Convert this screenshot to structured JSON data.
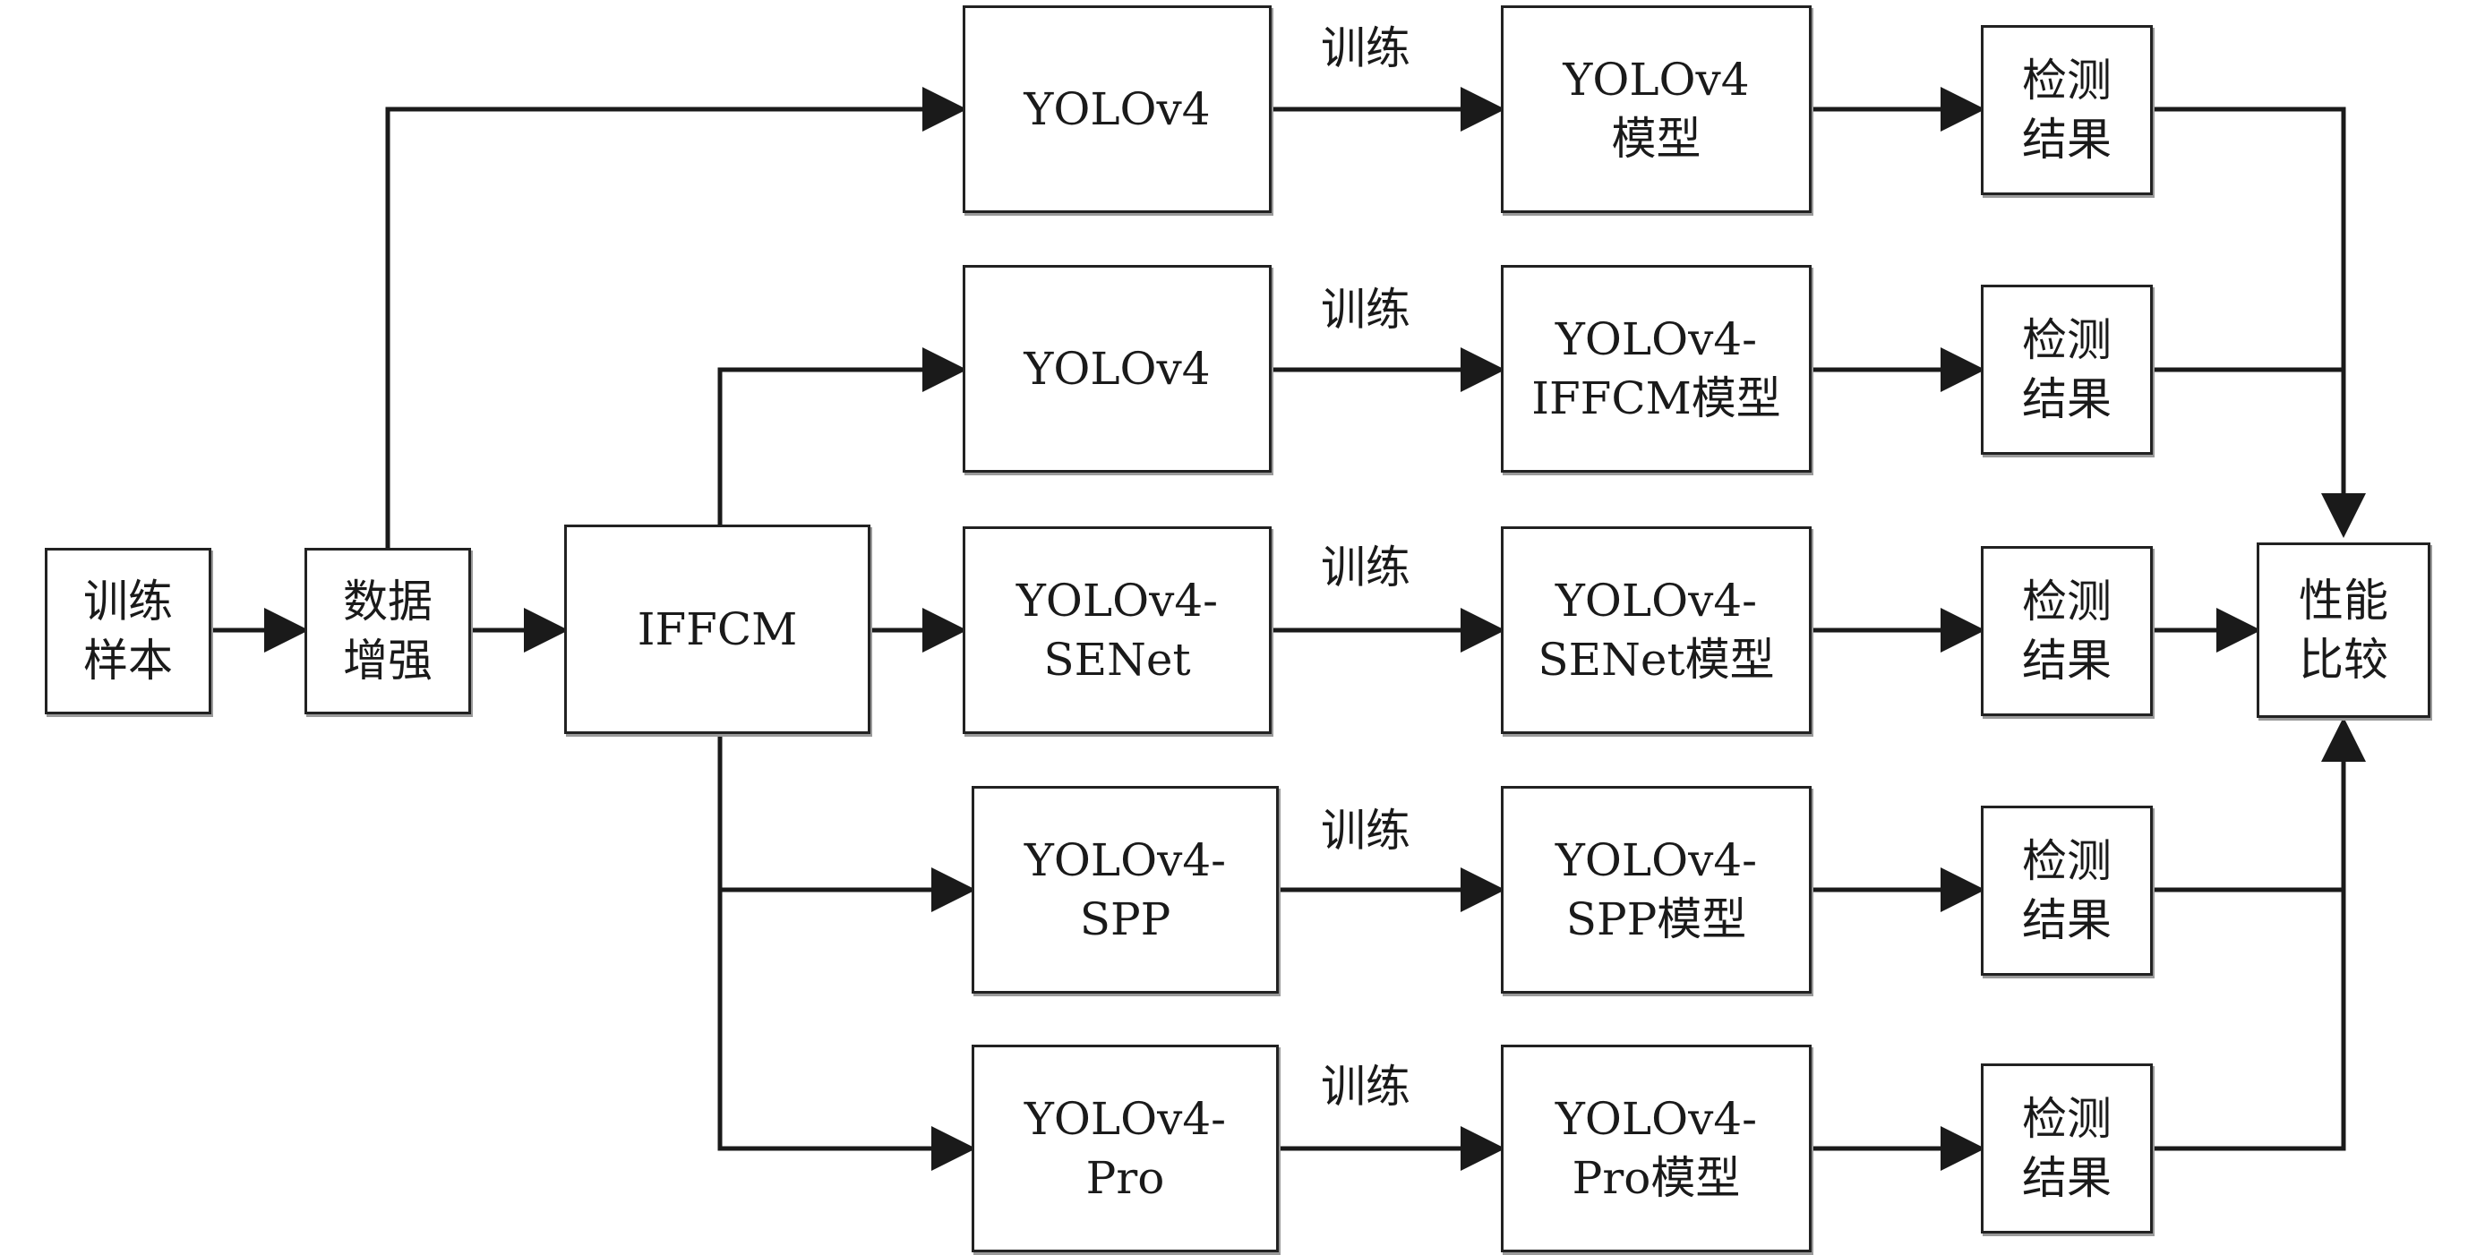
{
  "nodes": {
    "train_samples": "训练\n样本",
    "data_augmentation": "数据\n增强",
    "iffcm": "IFFCM",
    "row1_detector": "YOLOv4",
    "row2_detector": "YOLOv4",
    "row3_detector": "YOLOv4-\nSENet",
    "row4_detector": "YOLOv4-\nSPP",
    "row5_detector": "YOLOv4-\nPro",
    "row1_model": "YOLOv4\n模型",
    "row2_model": "YOLOv4-\nIFFCM模型",
    "row3_model": "YOLOv4-\nSENet模型",
    "row4_model": "YOLOv4-\nSPP模型",
    "row5_model": "YOLOv4-\nPro模型",
    "row1_result": "检测\n结果",
    "row2_result": "检测\n结果",
    "row3_result": "检测\n结果",
    "row4_result": "检测\n结果",
    "row5_result": "检测\n结果",
    "performance_comparison": "性能\n比较"
  },
  "edge_labels": {
    "row1_train": "训练",
    "row2_train": "训练",
    "row3_train": "训练",
    "row4_train": "训练",
    "row5_train": "训练"
  }
}
